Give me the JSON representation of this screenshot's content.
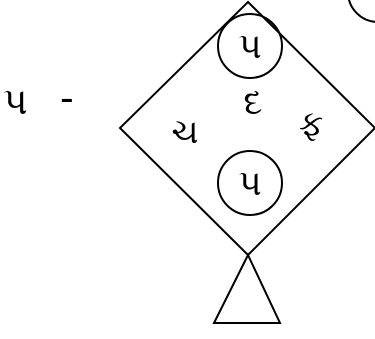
{
  "left_label": {
    "letter": "પ",
    "dash": "-"
  },
  "kite": {
    "top_circle": "પ",
    "bottom_circle": "પ",
    "center": "દ",
    "left": "ચ",
    "right": "ફ"
  },
  "colors": {
    "ink": "#000000",
    "background": "#ffffff"
  }
}
